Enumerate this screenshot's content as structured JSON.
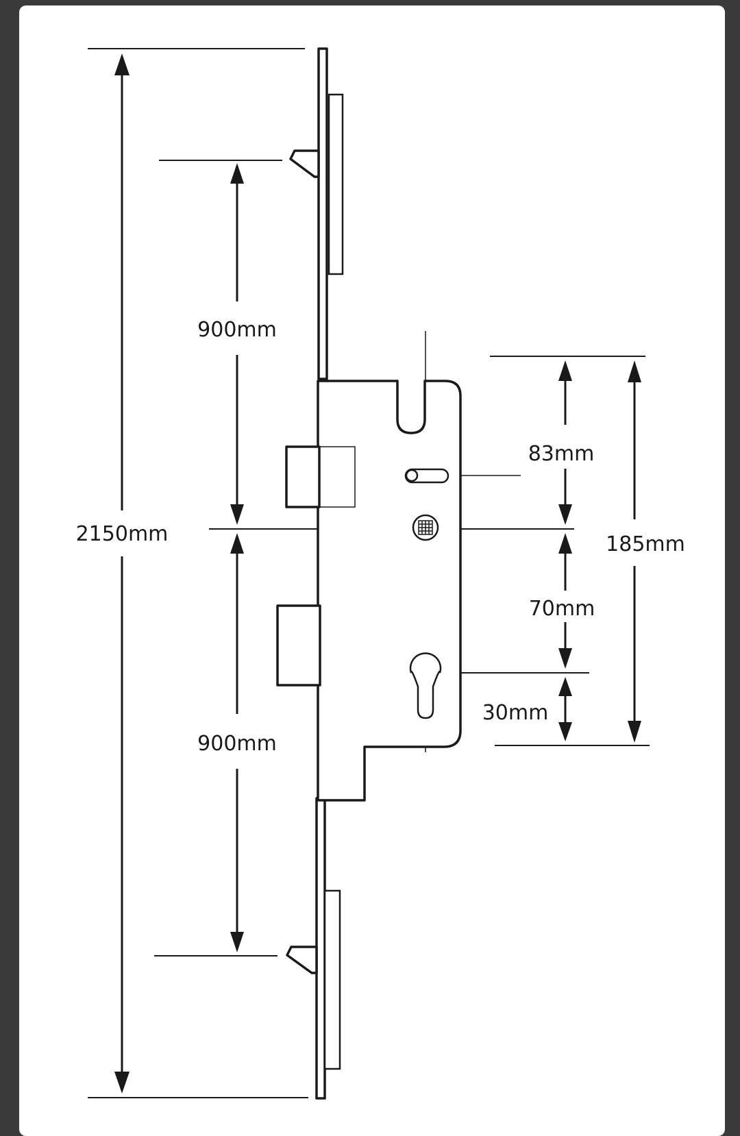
{
  "labels": {
    "overall_height": "2150mm",
    "upper_hook_spacing": "900mm",
    "lower_hook_spacing": "900mm",
    "latch_to_centre": "83mm",
    "centre_to_cylinder": "70mm",
    "cylinder_to_bottom": "30mm",
    "case_height": "185mm"
  }
}
